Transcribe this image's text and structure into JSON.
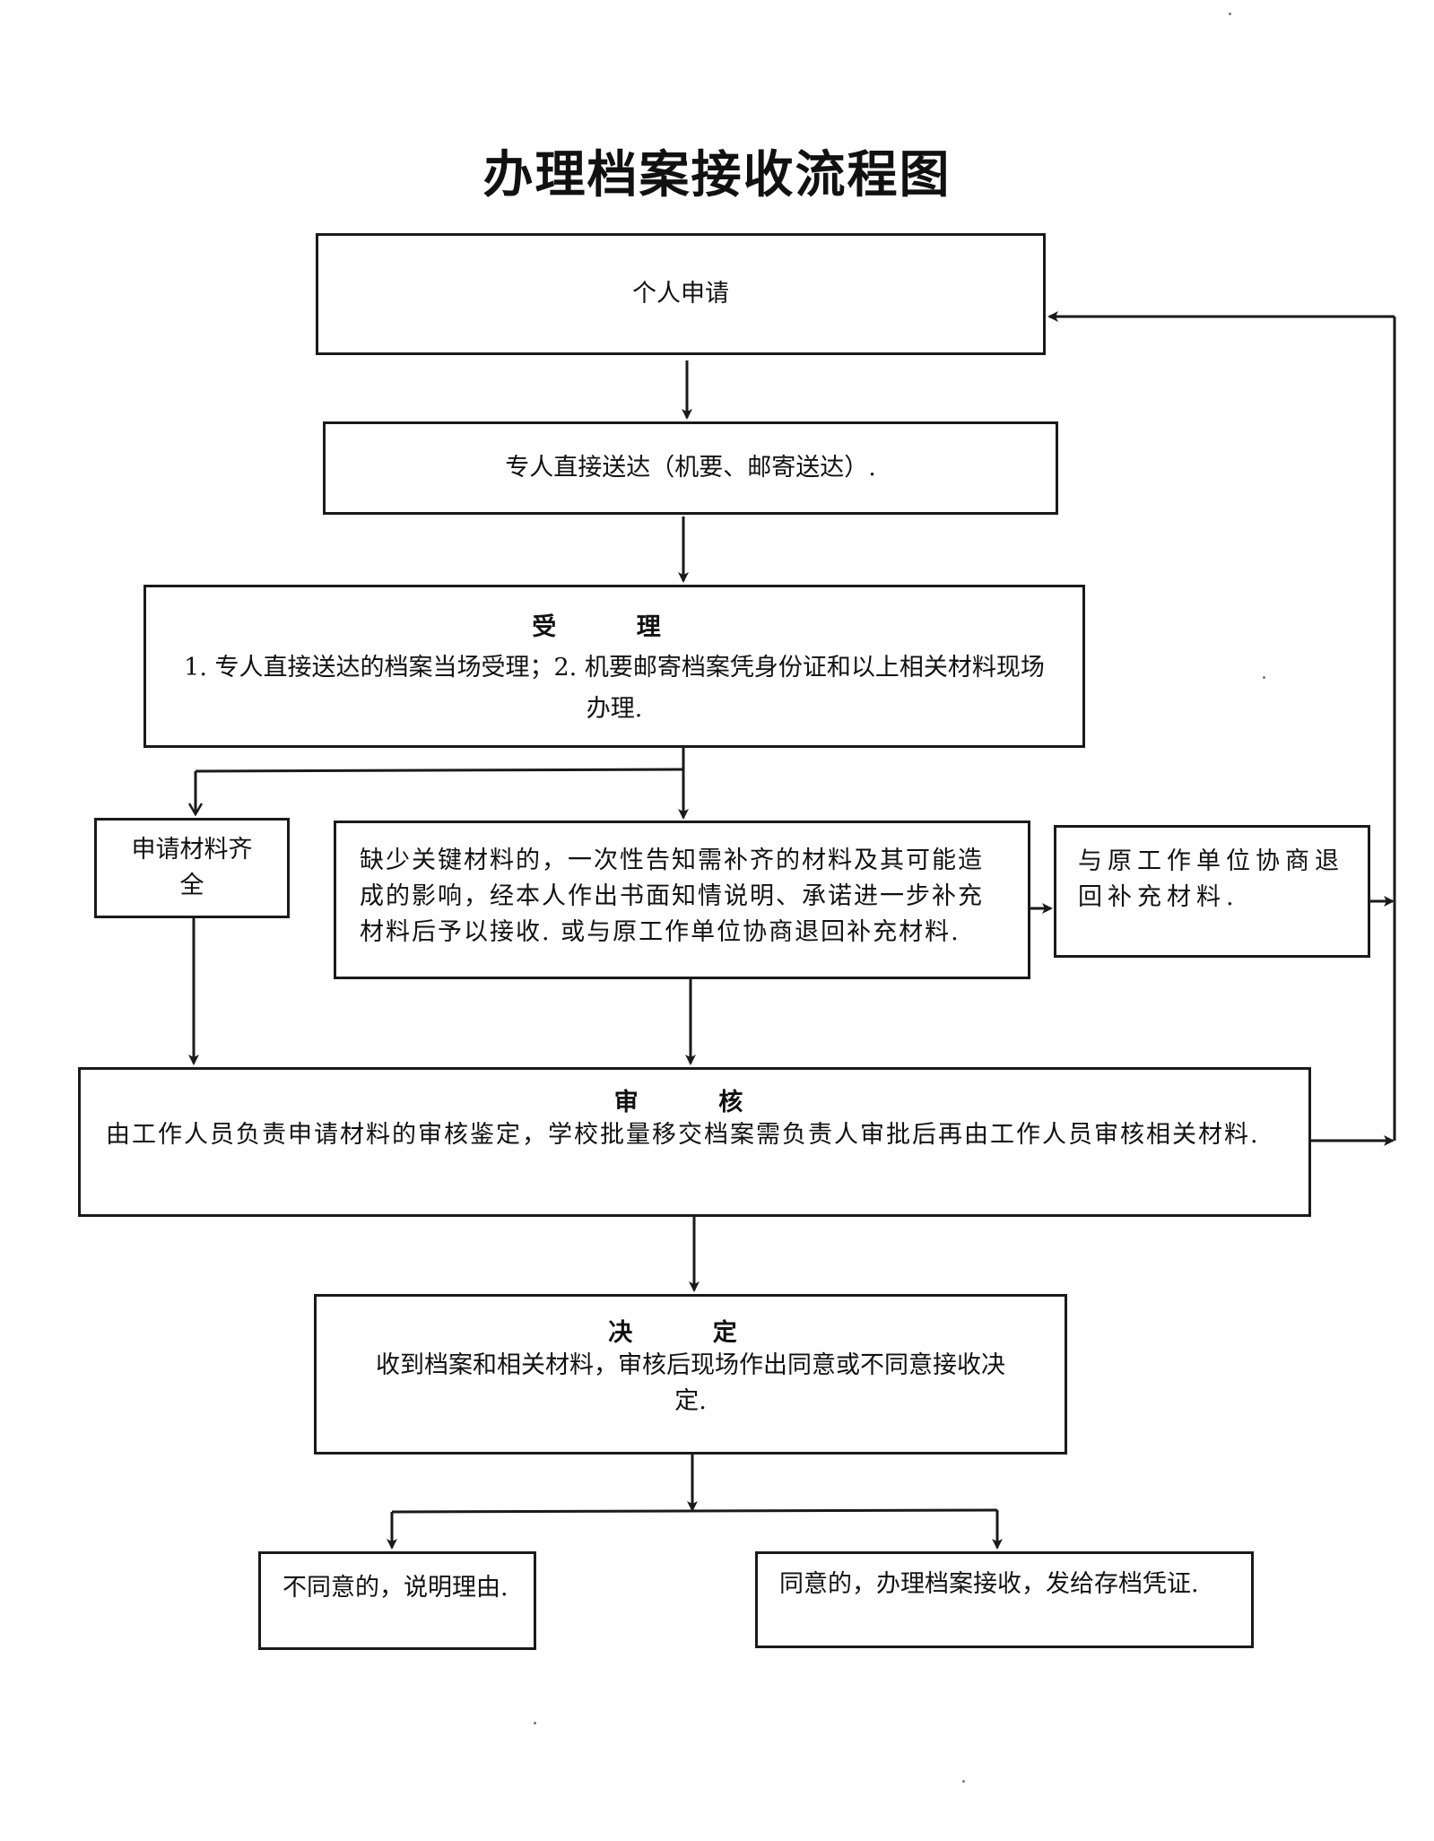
{
  "title": "办理档案接收流程图",
  "nodes": {
    "apply": {
      "text": "个人申请"
    },
    "delivery": {
      "text": "专人直接送达（机要、邮寄送达）."
    },
    "accept": {
      "heading": "受 理",
      "text": "1. 专人直接送达的档案当场受理；2. 机要邮寄档案凭身份证和以上相关材料现场办理."
    },
    "complete": {
      "text": "申请材料齐全"
    },
    "missing": {
      "text": "缺少关键材料的，一次性告知需补齐的材料及其可能造成的影响，经本人作出书面知情说明、承诺进一步补充材料后予以接收. 或与原工作单位协商退回补充材料."
    },
    "return": {
      "text": "与原工作单位协商退回补充材料."
    },
    "review": {
      "heading": "审 核",
      "text": "由工作人员负责申请材料的审核鉴定，学校批量移交档案需负责人审批后再由工作人员审核相关材料."
    },
    "decision": {
      "heading": "决 定",
      "text": "收到档案和相关材料，审核后现场作出同意或不同意接收决定."
    },
    "reject": {
      "text": "不同意的，说明理由."
    },
    "approve": {
      "text": "同意的，办理档案接收，发给存档凭证."
    }
  },
  "edges": [
    {
      "from": "apply",
      "to": "delivery"
    },
    {
      "from": "delivery",
      "to": "accept"
    },
    {
      "from": "accept",
      "to": "complete"
    },
    {
      "from": "accept",
      "to": "missing"
    },
    {
      "from": "missing",
      "to": "return"
    },
    {
      "from": "complete",
      "to": "review"
    },
    {
      "from": "missing",
      "to": "review"
    },
    {
      "from": "return",
      "to": "apply",
      "via": "right-loop"
    },
    {
      "from": "review",
      "to": "apply",
      "via": "right-loop"
    },
    {
      "from": "review",
      "to": "decision"
    },
    {
      "from": "decision",
      "to": "reject"
    },
    {
      "from": "decision",
      "to": "approve"
    }
  ]
}
